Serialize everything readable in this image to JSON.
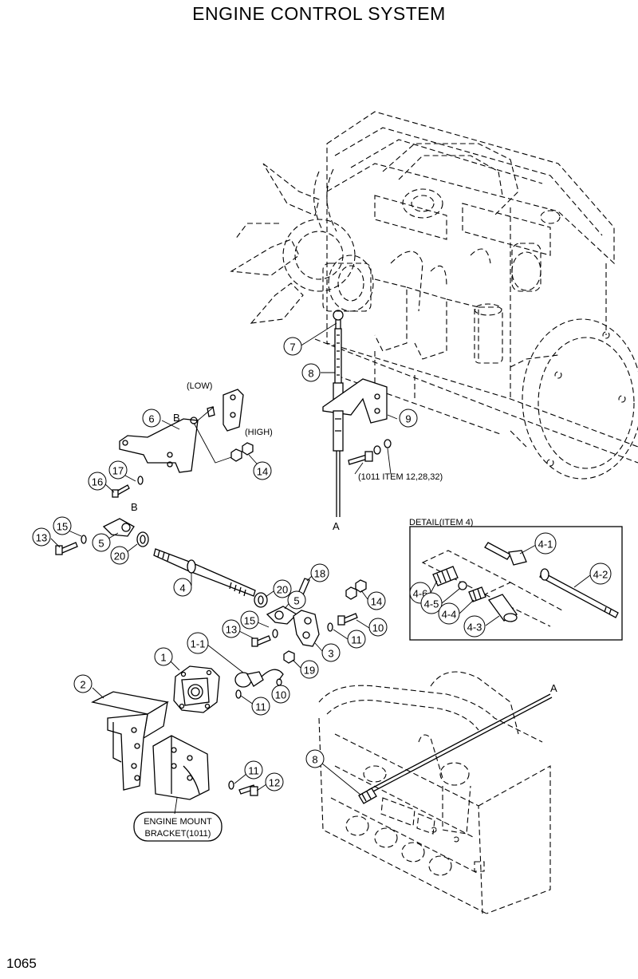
{
  "title": "ENGINE CONTROL SYSTEM",
  "page_number": "1065",
  "detail_title": "DETAIL(ITEM 4)",
  "labels": {
    "low": "(LOW)",
    "high": "(HIGH)",
    "b_upper": "B",
    "b_lower": "B",
    "a_upper": "A",
    "a_lower": "A",
    "item_ref": "(1011 ITEM 12,28,32)",
    "engine_mount_1": "ENGINE MOUNT",
    "engine_mount_2": "BRACKET(1011)"
  },
  "callouts": [
    {
      "id": "c7",
      "text": "7"
    },
    {
      "id": "c8a",
      "text": "8"
    },
    {
      "id": "c9",
      "text": "9"
    },
    {
      "id": "c6",
      "text": "6"
    },
    {
      "id": "c14a",
      "text": "14"
    },
    {
      "id": "c16",
      "text": "16"
    },
    {
      "id": "c17",
      "text": "17"
    },
    {
      "id": "c13a",
      "text": "13"
    },
    {
      "id": "c15a",
      "text": "15"
    },
    {
      "id": "c5a",
      "text": "5"
    },
    {
      "id": "c20a",
      "text": "20"
    },
    {
      "id": "c4",
      "text": "4"
    },
    {
      "id": "c18",
      "text": "18"
    },
    {
      "id": "c20b",
      "text": "20"
    },
    {
      "id": "c5b",
      "text": "5"
    },
    {
      "id": "c15b",
      "text": "15"
    },
    {
      "id": "c14b",
      "text": "14"
    },
    {
      "id": "c13b",
      "text": "13"
    },
    {
      "id": "c10a",
      "text": "10"
    },
    {
      "id": "c11a",
      "text": "11"
    },
    {
      "id": "c3",
      "text": "3"
    },
    {
      "id": "c19",
      "text": "19"
    },
    {
      "id": "c1",
      "text": "1"
    },
    {
      "id": "c1-1",
      "text": "1-1"
    },
    {
      "id": "c2",
      "text": "2"
    },
    {
      "id": "c10b",
      "text": "10"
    },
    {
      "id": "c11b",
      "text": "11"
    },
    {
      "id": "c11c",
      "text": "11"
    },
    {
      "id": "c12",
      "text": "12"
    },
    {
      "id": "c8b",
      "text": "8"
    },
    {
      "id": "c4-1",
      "text": "4-1"
    },
    {
      "id": "c4-2",
      "text": "4-2"
    },
    {
      "id": "c4-6",
      "text": "4-6"
    },
    {
      "id": "c4-5",
      "text": "4-5"
    },
    {
      "id": "c4-4",
      "text": "4-4"
    },
    {
      "id": "c4-3",
      "text": "4-3"
    }
  ]
}
